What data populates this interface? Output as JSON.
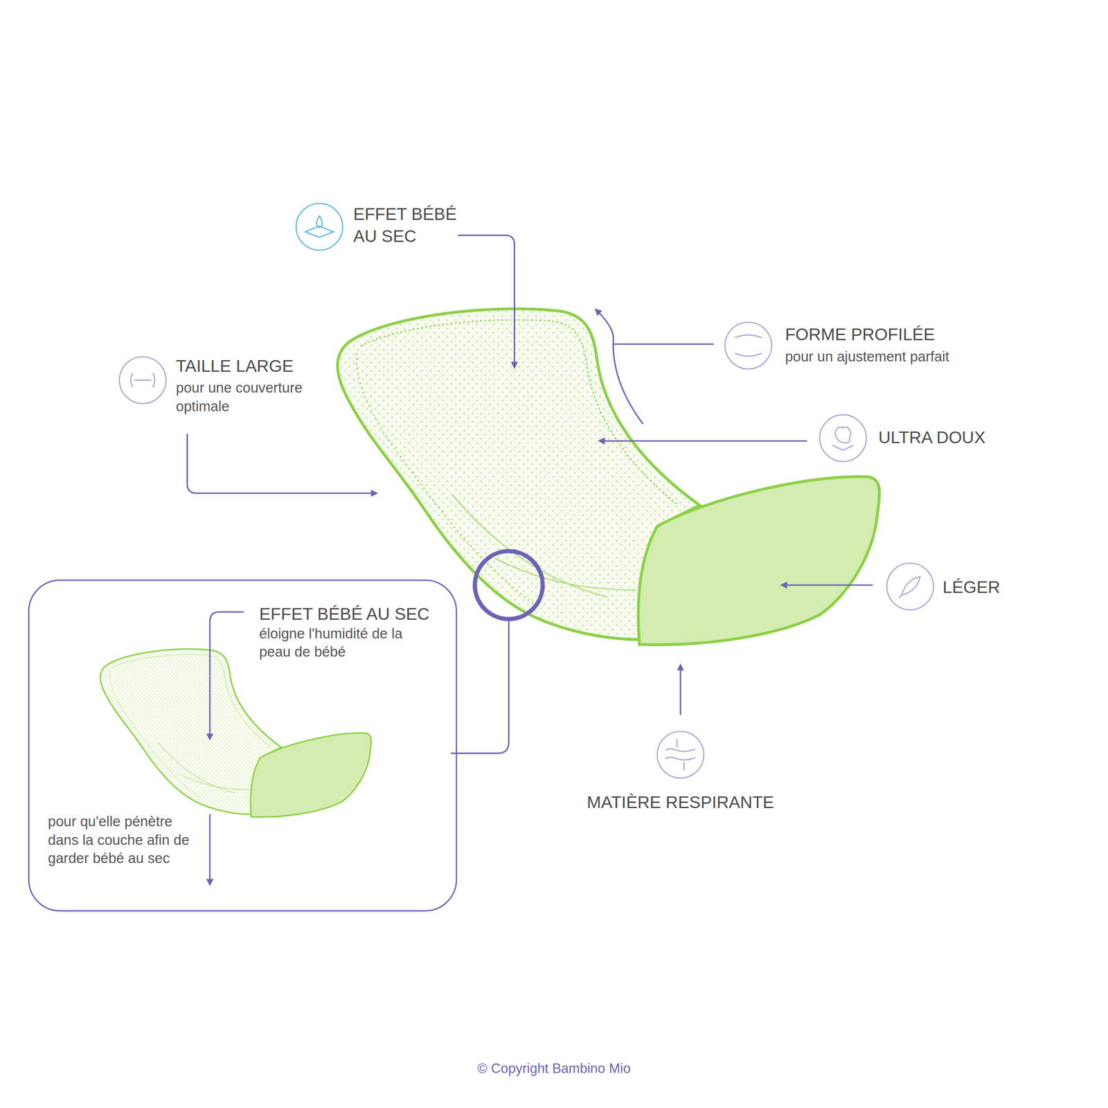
{
  "diagram": {
    "nodes": [
      {
        "text": [
          "EFFET BÉBÉ AU SEC",
          "éloigne l'humidité de la peau de bébé",
          "pour qu'elle pénètre dans la couche afin de garder bébé au sec"
        ]
      }
    ],
    "edges": [],
    "labels": [
      "EFFET BÉBÉ AU SEC",
      "FORME PROFILÉE",
      "pour un ajustement parfait",
      "TAILLE LARGE",
      "pour une couverture optimale",
      "ULTRA DOUX",
      "LÉGER",
      "MATIÈRE RESPIRANTE",
      "© Copyright Bambino Mio"
    ]
  }
}
